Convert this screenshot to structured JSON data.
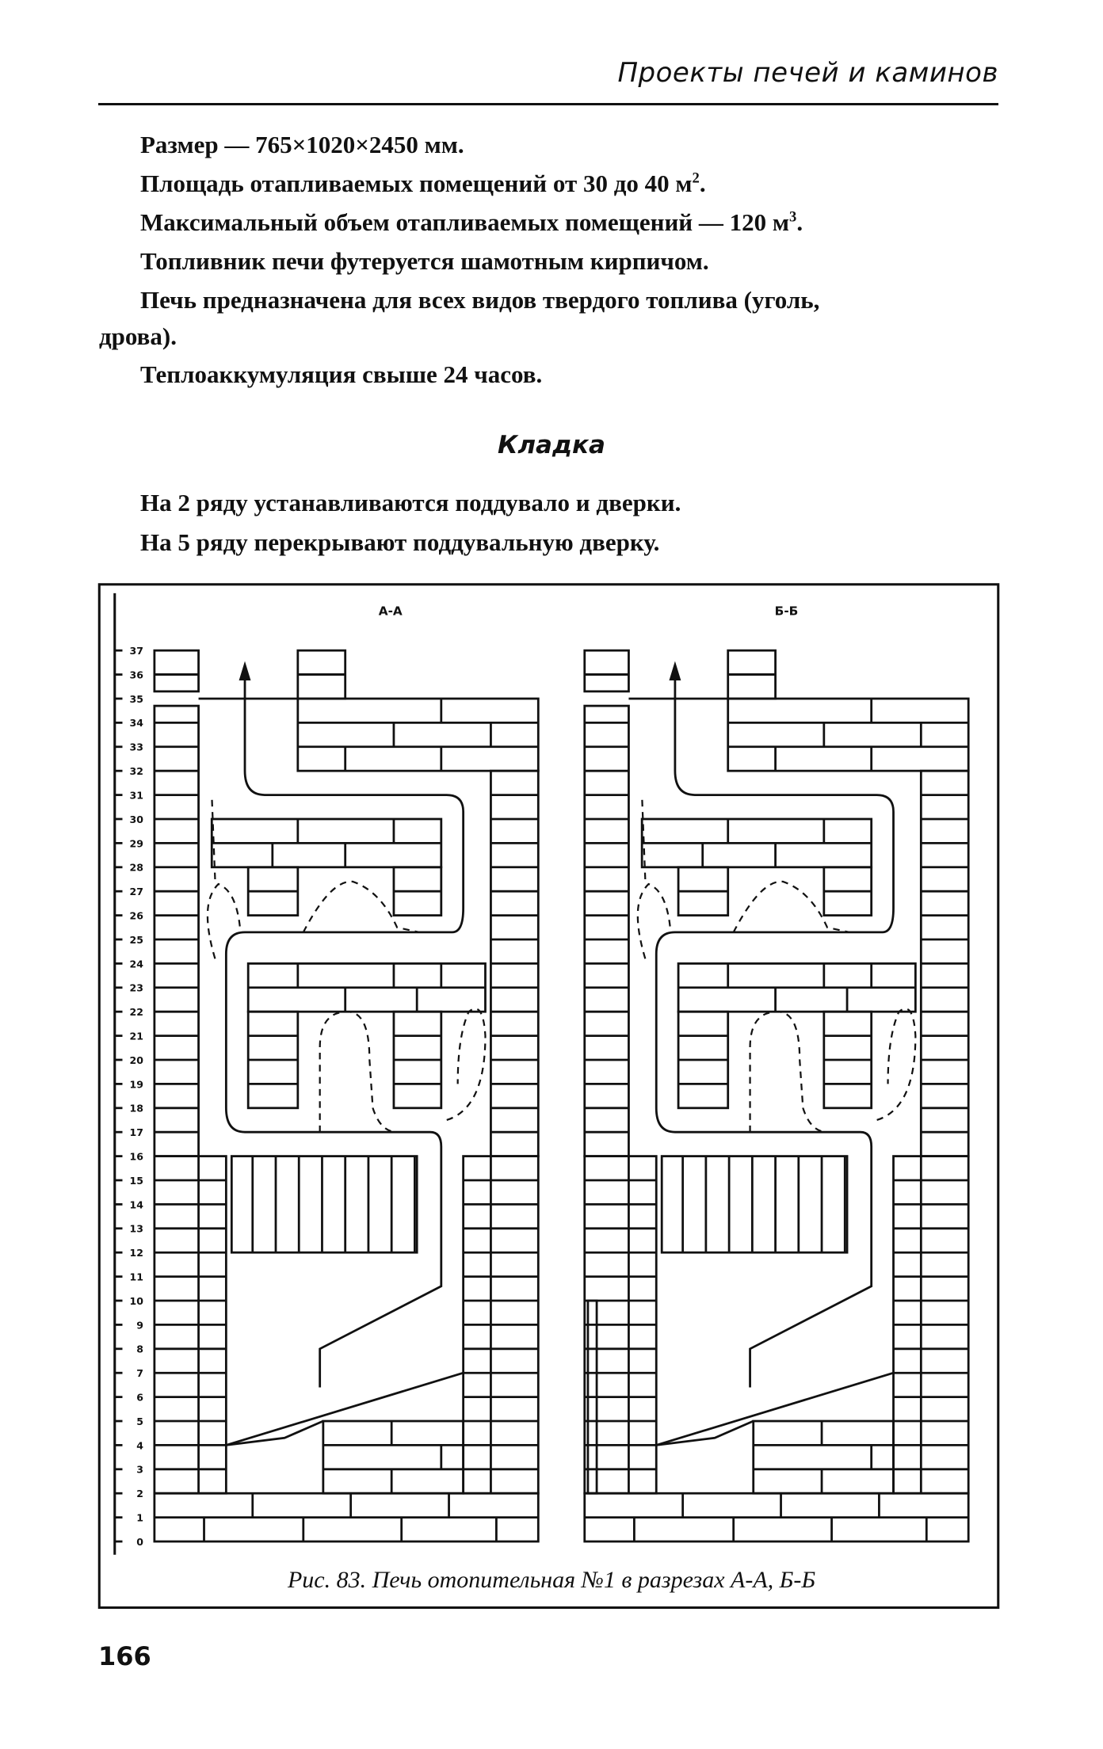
{
  "header": {
    "running_title": "Проекты печей и каминов"
  },
  "specs": {
    "size": "Размер — 765×1020×2450 мм.",
    "area_prefix": "Площадь отапливаемых помещений от 30 до 40 м",
    "area_sup": "2",
    "volume_prefix": "Максимальный объем отапливаемых помещений — 120 м",
    "volume_sup": "3",
    "lining": "Топливник печи футеруется шамотным кирпичом.",
    "fuel_line1": "Печь предназначена для всех видов твердого топлива (уголь,",
    "fuel_line2": "дрова).",
    "heat": "Теплоаккумуляция свыше 24 часов."
  },
  "section": {
    "title": "Кладка",
    "lines": [
      "На 2 ряду устанавливаются поддувало и дверки.",
      "На 5 ряду перекрывают поддувальную дверку."
    ]
  },
  "figure": {
    "label_a": "А-А",
    "label_b": "Б-Б",
    "row_numbers": [
      "0",
      "1",
      "2",
      "3",
      "4",
      "5",
      "6",
      "7",
      "8",
      "9",
      "10",
      "11",
      "12",
      "13",
      "14",
      "15",
      "16",
      "17",
      "18",
      "19",
      "20",
      "21",
      "22",
      "23",
      "24",
      "25",
      "26",
      "27",
      "28",
      "29",
      "30",
      "31",
      "32",
      "33",
      "34",
      "35",
      "36",
      "37"
    ],
    "caption": "Рис. 83. Печь отопительная №1 в разрезах А-А, Б-Б"
  },
  "page_number": "166"
}
